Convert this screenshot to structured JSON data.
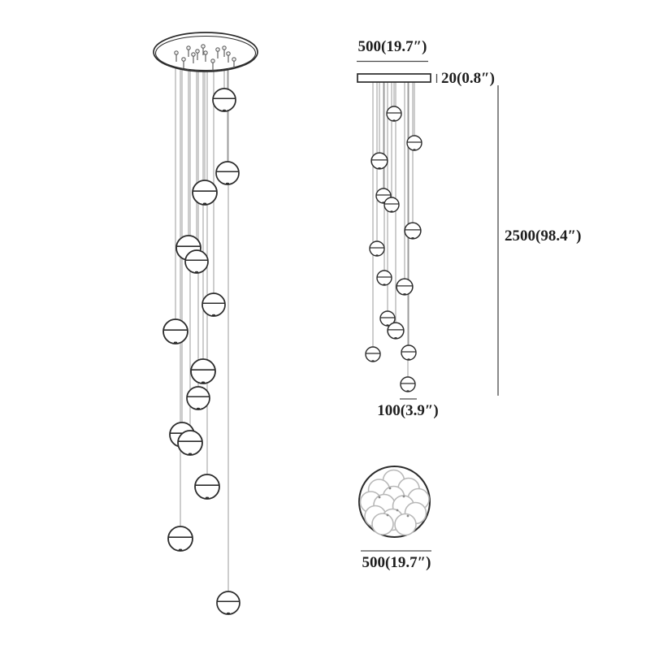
{
  "diagram": {
    "kind": "pendant-chandelier-dimension-diagram",
    "pendant_count": 14,
    "labels": {
      "canopy_width": "500(19.7″)",
      "canopy_thickness": "20(0.8″)",
      "overall_height": "2500(98.4″)",
      "sphere_diameter": "100(3.9″)",
      "top_view_diameter": "500(19.7″)"
    },
    "colors": {
      "line": "#2b2b2b",
      "cord": "#9b9b9b",
      "dim": "#4a4a4a",
      "ghost": "#b8b8b8",
      "text": "#1e1e1e",
      "background": "#ffffff"
    }
  }
}
